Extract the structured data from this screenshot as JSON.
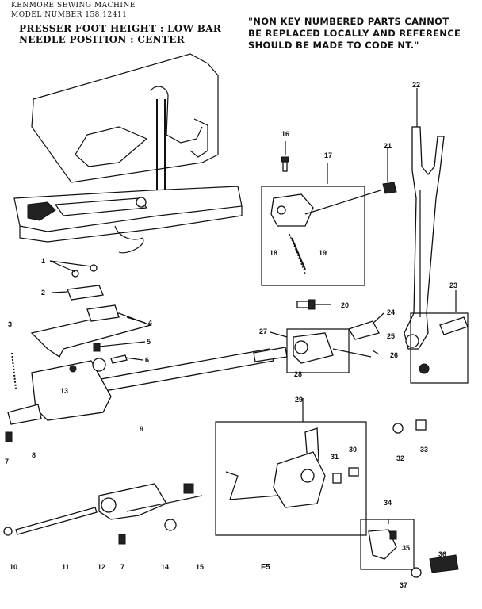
{
  "header": {
    "line1": "KENMORE SEWING MACHINE",
    "line2": "MODEL NUMBER 158.12411",
    "line3": "PRESSER FOOT HEIGHT : LOW BAR",
    "line4": "NEEDLE POSITION : CENTER"
  },
  "note": {
    "line1": "\"NON KEY NUMBERED PARTS CANNOT",
    "line2": "BE REPLACED LOCALLY AND REFERENCE",
    "line3": "SHOULD BE MADE TO CODE NT.\""
  },
  "page_code": "F5",
  "part_numbers": [
    "1",
    "2",
    "3",
    "4",
    "5",
    "6",
    "7",
    "8",
    "9",
    "10",
    "11",
    "12",
    "7",
    "14",
    "15",
    "13",
    "16",
    "17",
    "18",
    "19",
    "20",
    "21",
    "22",
    "23",
    "24",
    "25",
    "26",
    "27",
    "28",
    "29",
    "30",
    "31",
    "32",
    "33",
    "34",
    "35",
    "36",
    "37"
  ]
}
